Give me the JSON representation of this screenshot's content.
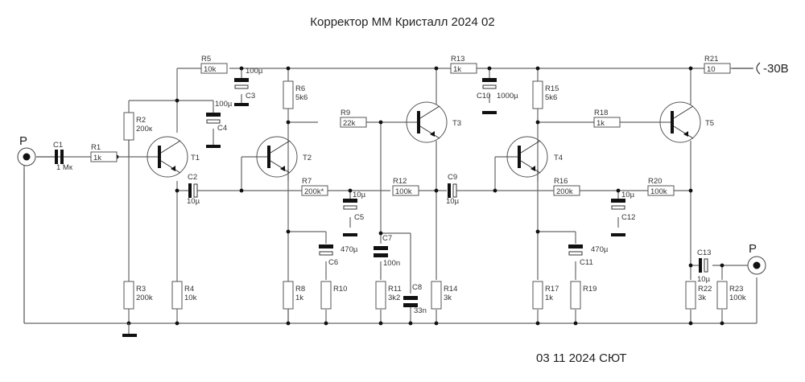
{
  "title": "Корректор MM Кристалл 2024 02",
  "footer": "03 11 2024 СЮТ",
  "supply": "-30В",
  "connectors": {
    "input": "P",
    "output": "P"
  },
  "resistors": [
    {
      "ref": "R1",
      "value": "1k"
    },
    {
      "ref": "R2",
      "value": "200к"
    },
    {
      "ref": "R3",
      "value": "200k"
    },
    {
      "ref": "R4",
      "value": "10k"
    },
    {
      "ref": "R5",
      "value": "10k"
    },
    {
      "ref": "R6",
      "value": "5k6"
    },
    {
      "ref": "R7",
      "value": "200k*"
    },
    {
      "ref": "R8",
      "value": "1k"
    },
    {
      "ref": "R9",
      "value": "22k"
    },
    {
      "ref": "R10",
      "value": ""
    },
    {
      "ref": "R11",
      "value": "3k2"
    },
    {
      "ref": "R12",
      "value": "100k"
    },
    {
      "ref": "R13",
      "value": "1k"
    },
    {
      "ref": "R14",
      "value": "3k"
    },
    {
      "ref": "R15",
      "value": "5k6"
    },
    {
      "ref": "R16",
      "value": "200k"
    },
    {
      "ref": "R17",
      "value": "1k"
    },
    {
      "ref": "R18",
      "value": "1k"
    },
    {
      "ref": "R19",
      "value": ""
    },
    {
      "ref": "R20",
      "value": "100k"
    },
    {
      "ref": "R21",
      "value": "10"
    },
    {
      "ref": "R22",
      "value": "3k"
    },
    {
      "ref": "R23",
      "value": "100k"
    }
  ],
  "capacitors": [
    {
      "ref": "C1",
      "value": "1 Мк"
    },
    {
      "ref": "C2",
      "value": "10µ"
    },
    {
      "ref": "C3",
      "value": "100µ"
    },
    {
      "ref": "C4",
      "value": "100µ"
    },
    {
      "ref": "C5",
      "value": "10µ"
    },
    {
      "ref": "C6",
      "value": "470µ"
    },
    {
      "ref": "C7",
      "value": "100n"
    },
    {
      "ref": "C8",
      "value": "33n"
    },
    {
      "ref": "C9",
      "value": "10µ"
    },
    {
      "ref": "C10",
      "value": "1000µ"
    },
    {
      "ref": "C11",
      "value": "470µ"
    },
    {
      "ref": "C12",
      "value": "10µ"
    },
    {
      "ref": "C13",
      "value": "10µ"
    }
  ],
  "transistors": [
    "T1",
    "T2",
    "T3",
    "T4",
    "T5"
  ]
}
